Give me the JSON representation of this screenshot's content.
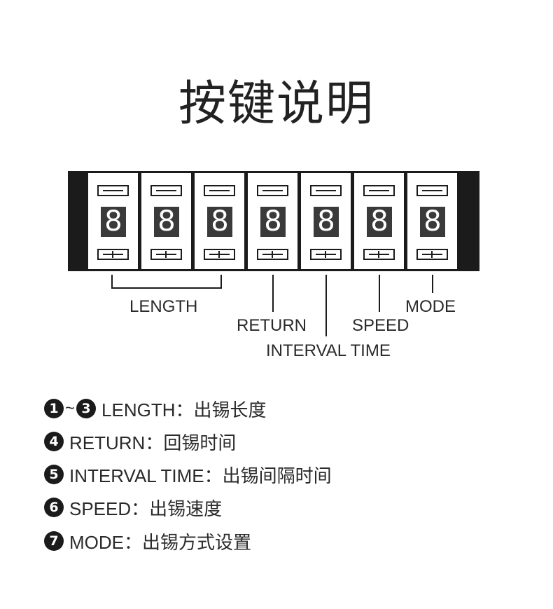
{
  "title": "按键说明",
  "units": [
    {
      "digit": "8"
    },
    {
      "digit": "8"
    },
    {
      "digit": "8"
    },
    {
      "digit": "8"
    },
    {
      "digit": "8"
    },
    {
      "digit": "8"
    },
    {
      "digit": "8"
    }
  ],
  "labels": {
    "length": "LENGTH",
    "return": "RETURN",
    "interval_time": "INTERVAL TIME",
    "speed": "SPEED",
    "mode": "MODE"
  },
  "legend": [
    {
      "badges": [
        "1",
        "3"
      ],
      "separator": "~",
      "text": "LENGTH：出锡长度"
    },
    {
      "badges": [
        "4"
      ],
      "text": "RETURN：回锡时间"
    },
    {
      "badges": [
        "5"
      ],
      "text": "INTERVAL TIME：出锡间隔时间"
    },
    {
      "badges": [
        "6"
      ],
      "text": "SPEED：出锡速度"
    },
    {
      "badges": [
        "7"
      ],
      "text": "MODE：出锡方式设置"
    }
  ]
}
